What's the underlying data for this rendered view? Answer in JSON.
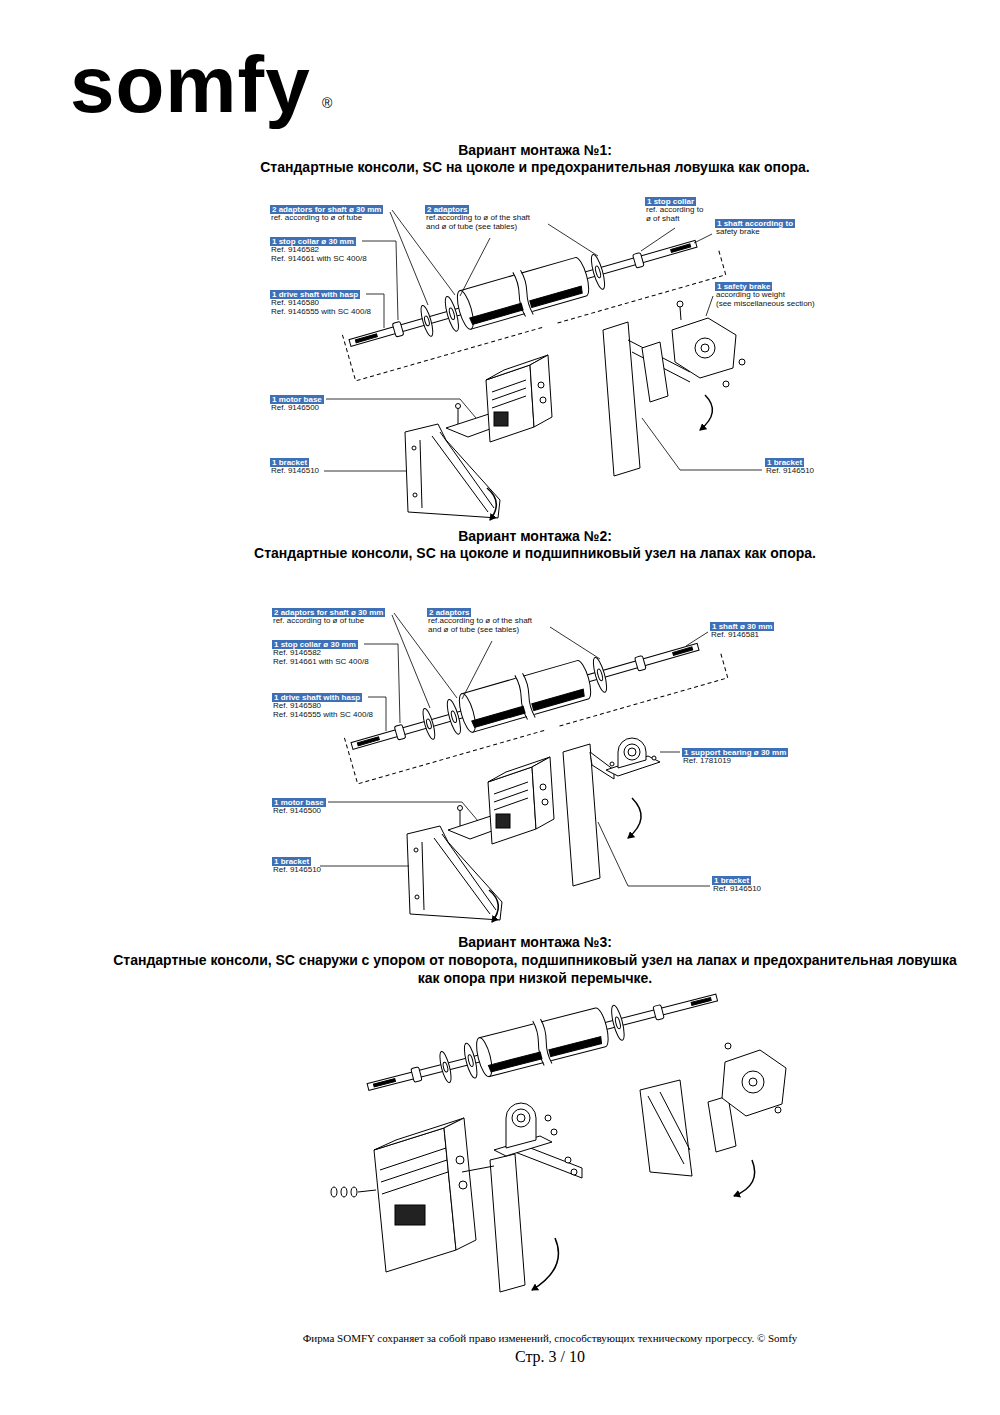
{
  "diagram": {
    "nodes": [
      {
        "text": [
          "2 adaptors for shaft ø 30 mm",
          "ref. according to ø of tube"
        ]
      },
      {
        "text": [
          "1 stop collar ø 30 mm",
          "Ref. 9146582",
          "Ref. 914661 with SC 400/8"
        ]
      },
      {
        "text": [
          "1 drive shaft with hasp",
          "Ref. 9146580",
          "Ref. 9146555 with SC 400/8"
        ]
      },
      {
        "text": [
          "2 adaptors",
          "ref.according to ø of the shaft and ø of tube (see tables)"
        ]
      },
      {
        "text": [
          "1 stop collar",
          "ref. according to ø of shaft"
        ]
      },
      {
        "text": [
          "1 shaft according to",
          "safety brake"
        ]
      },
      {
        "text": [
          "1 safety brake",
          "according to weight",
          "(see miscellaneous section)"
        ]
      },
      {
        "text": [
          "1 motor base",
          "Ref. 9146500"
        ]
      },
      {
        "text": [
          "1 bracket",
          "Ref. 9146510"
        ]
      },
      {
        "text": [
          "1 bracket",
          "Ref. 9146510"
        ]
      },
      {
        "text": [
          "2 adaptors for shaft ø 30 mm",
          "ref. according to ø of tube"
        ]
      },
      {
        "text": [
          "1 stop collar ø 30 mm",
          "Ref. 9146582",
          "Ref. 914661 with SC 400/8"
        ]
      },
      {
        "text": [
          "1 drive shaft with hasp",
          "Ref. 9146580",
          "Ref. 9146555 with SC 400/8"
        ]
      },
      {
        "text": [
          "2 adaptors",
          "ref.according to ø of the shaft and ø of tube (see tables)"
        ]
      },
      {
        "text": [
          "1 shaft ø 30 mm",
          "Ref. 9146581"
        ]
      },
      {
        "text": [
          "1 support bearing ø 30 mm",
          "Ref. 1781019"
        ]
      },
      {
        "text": [
          "1 motor base",
          "Ref. 9146500"
        ]
      },
      {
        "text": [
          "1 bracket",
          "Ref. 9146510"
        ]
      },
      {
        "text": [
          "1 bracket",
          "Ref. 9146510"
        ]
      }
    ],
    "labels": [
      "somfy",
      "®",
      "Вариант монтажа №1:",
      "Стандартные консоли, SC на цоколе и предохранительная ловушка как опора.",
      "Вариант монтажа №2:",
      "Стандартные консоли, SC на цоколе и подшипниковый узел на лапах как опора.",
      "Вариант монтажа №3:",
      "Стандартные консоли, SC снаружи с упором от поворота, подшипниковый узел на лапах и предохранительная ловушка как опора при низкой перемычке.",
      "Фирма SOMFY сохраняет за собой право изменений, способствующих техническому прогрессу. © Somfy",
      "Стр. 3 / 10"
    ]
  }
}
